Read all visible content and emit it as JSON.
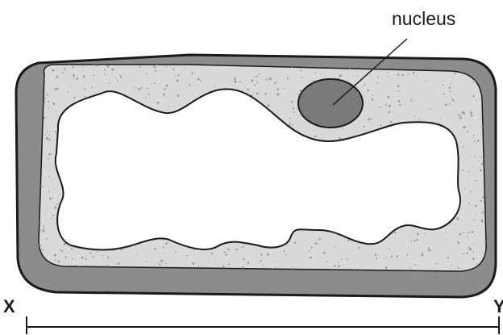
{
  "labels": {
    "nucleus": "nucleus",
    "x": "X",
    "y": "Y"
  },
  "colors": {
    "cell_wall": "#8c8c8c",
    "cytoplasm": "#d9d9d9",
    "speckle": "#9a9a9a",
    "nucleus": "#7a7a7a",
    "vacuole": "#ffffff",
    "outline": "#1a1a1a"
  }
}
